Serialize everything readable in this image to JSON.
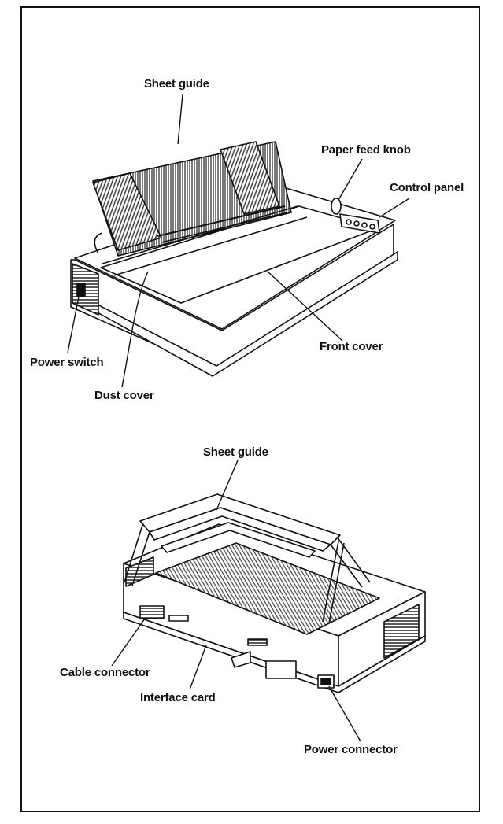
{
  "figure_top": {
    "labels": {
      "sheet_guide": "Sheet guide",
      "paper_feed_knob": "Paper feed knob",
      "control_panel": "Control panel",
      "front_cover": "Front cover",
      "power_switch": "Power switch",
      "dust_cover": "Dust cover"
    }
  },
  "figure_bottom": {
    "labels": {
      "sheet_guide": "Sheet guide",
      "cable_connector": "Cable connector",
      "interface_card": "Interface card",
      "power_connector": "Power connector"
    }
  },
  "colors": {
    "line": "#111111",
    "hatch": "#555555",
    "paper": "#ffffff"
  }
}
